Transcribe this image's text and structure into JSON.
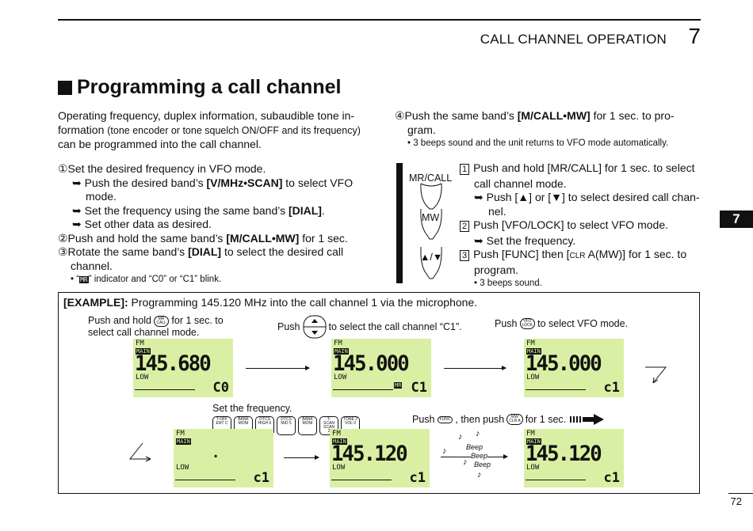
{
  "header": {
    "section_title": "CALL CHANNEL OPERATION",
    "chapter_number": "7"
  },
  "side_tab": "7",
  "title": "Programming a call channel",
  "intro": {
    "line1": "Operating frequency, duplex information, subaudible tone in-",
    "line2_a": "formation ",
    "line2_b": "(tone encoder or tone squelch ON/OFF and its frequency)",
    "line3": "can be programmed into the call channel."
  },
  "steps": {
    "s1": "①Set the desired frequency in VFO mode.",
    "s1a_pre": "➥ Push the desired band’s ",
    "s1a_key": "[V/MHz•SCAN]",
    "s1a_post": " to select VFO",
    "s1a_cont": "mode.",
    "s1b_pre": "➥ Set the frequency using the same band’s ",
    "s1b_key": "[DIAL]",
    "s1b_post": ".",
    "s1c": "➥ Set other data as desired.",
    "s2_pre": "②Push and hold the same band’s ",
    "s2_key": "[M/CALL•MW]",
    "s2_post": " for 1 sec.",
    "s3_pre": "③Rotate the same band’s ",
    "s3_key": "[DIAL]",
    "s3_post": " to select the desired call",
    "s3_cont": "channel.",
    "s3_note_a": "• “",
    "s3_note_icon": "MR",
    "s3_note_b": "” indicator and “C0” or “C1” blink.",
    "s4_pre": "④Push the same band’s ",
    "s4_key": "[M/CALL•MW]",
    "s4_post": " for 1 sec. to pro-",
    "s4_cont": "gram.",
    "s4_note": "• 3 beeps sound and the unit returns to VFO mode automatically."
  },
  "mic": {
    "labels": {
      "mrcall": "MR/CALL",
      "mw": "MW",
      "updown": "▲/▼"
    },
    "m1": "1",
    "m1_text": "Push and hold [MR/CALL] for 1 sec. to select",
    "m1_cont": "call channel mode.",
    "m1_sub": "➥ Push [▲] or [▼] to select desired call chan-",
    "m1_sub_cont": "nel.",
    "m2": "2",
    "m2_text": "Push [VFO/LOCK] to select VFO mode.",
    "m2_sub": "➥ Set the frequency.",
    "m3": "3",
    "m3_text_a": "Push [FUNC] then [",
    "m3_clr": "CLR",
    "m3_text_b": " A(MW)] for 1 sec. to",
    "m3_cont": "program.",
    "m3_note": "• 3 beeps sound."
  },
  "example": {
    "label": "[EXAMPLE]:",
    "text": " Programming 145.120 MHz into the call channel 1 via the microphone.",
    "cap1_a": "Push and hold",
    "cap1_key": "MR\nCALL",
    "cap1_b": " for 1 sec. to",
    "cap1_c": "select call channel mode.",
    "cap2_a": "Push",
    "cap2_b": " to select the call channel “C1”.",
    "cap3_a": "Push",
    "cap3_key": "VFO\nLOCK",
    "cap3_b": " to select VFO mode.",
    "cap4": "Set the frequency.",
    "keypad": [
      "T-OFF ENT C",
      "BANK MONI",
      "DTCS HIGH 6",
      "DTCS MID 5",
      "BANK MONI",
      "T-SCAN SCAN 2",
      "TONE 2 VOL 0"
    ],
    "cap5_a": "Push",
    "cap5_key1": "FUNC",
    "cap5_b": ", then push",
    "cap5_key2": "MW\nCLR A",
    "cap5_c": " for 1 sec.",
    "beep": "Beep",
    "lcds": [
      {
        "fm": "FM",
        "main": "MAIN",
        "freq": "145.680",
        "low": "LOW",
        "ch": "C0",
        "mr": ""
      },
      {
        "fm": "FM",
        "main": "MAIN",
        "freq": "145.000",
        "low": "LOW",
        "ch": "C1",
        "mr": "MR"
      },
      {
        "fm": "FM",
        "main": "MAIN",
        "freq": "145.000",
        "low": "LOW",
        "ch": "c1",
        "mr": ""
      },
      {
        "fm": "FM",
        "main": "MAIN",
        "freq": ".",
        "low": "LOW",
        "ch": "c1",
        "mr": ""
      },
      {
        "fm": "FM",
        "main": "MAIN",
        "freq": "145.120",
        "low": "LOW",
        "ch": "c1",
        "mr": ""
      },
      {
        "fm": "FM",
        "main": "MAIN",
        "freq": "145.120",
        "low": "LOW",
        "ch": "c1",
        "mr": ""
      }
    ]
  },
  "page_number": "72"
}
